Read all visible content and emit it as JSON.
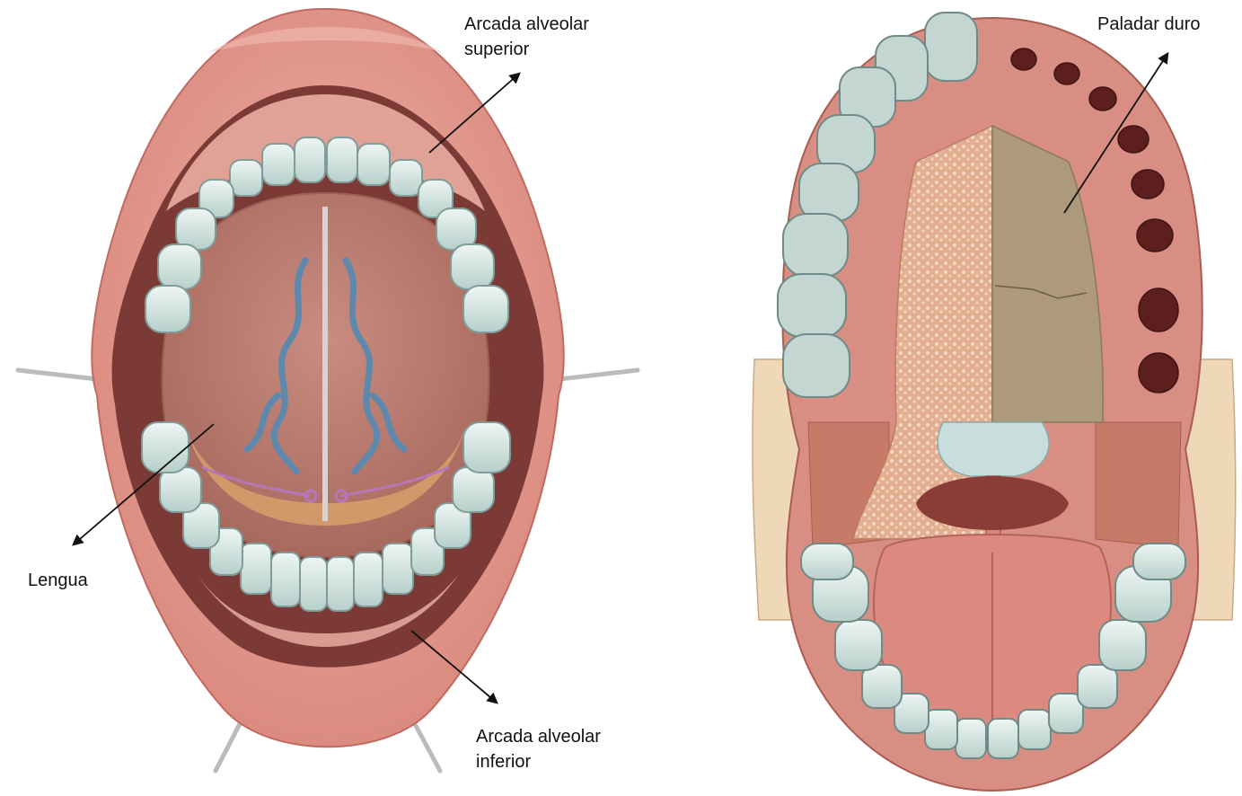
{
  "labels": {
    "arcada_superior": [
      "Arcada alveolar",
      "superior"
    ],
    "lengua": "Lengua",
    "arcada_inferior": [
      "Arcada alveolar",
      "inferior"
    ],
    "paladar_duro": "Paladar duro"
  },
  "colors": {
    "lip": "#e59a8f",
    "lip_dark": "#c86f66",
    "gum": "#e4a49a",
    "tongue": "#b97a6e",
    "tooth": "#cfe0dc",
    "tooth_edge": "#7f9c98",
    "vein": "#5f88ad",
    "palate_bone": "#e8b99a",
    "palate_membrane": "#a9977a",
    "arrow": "#111111"
  }
}
